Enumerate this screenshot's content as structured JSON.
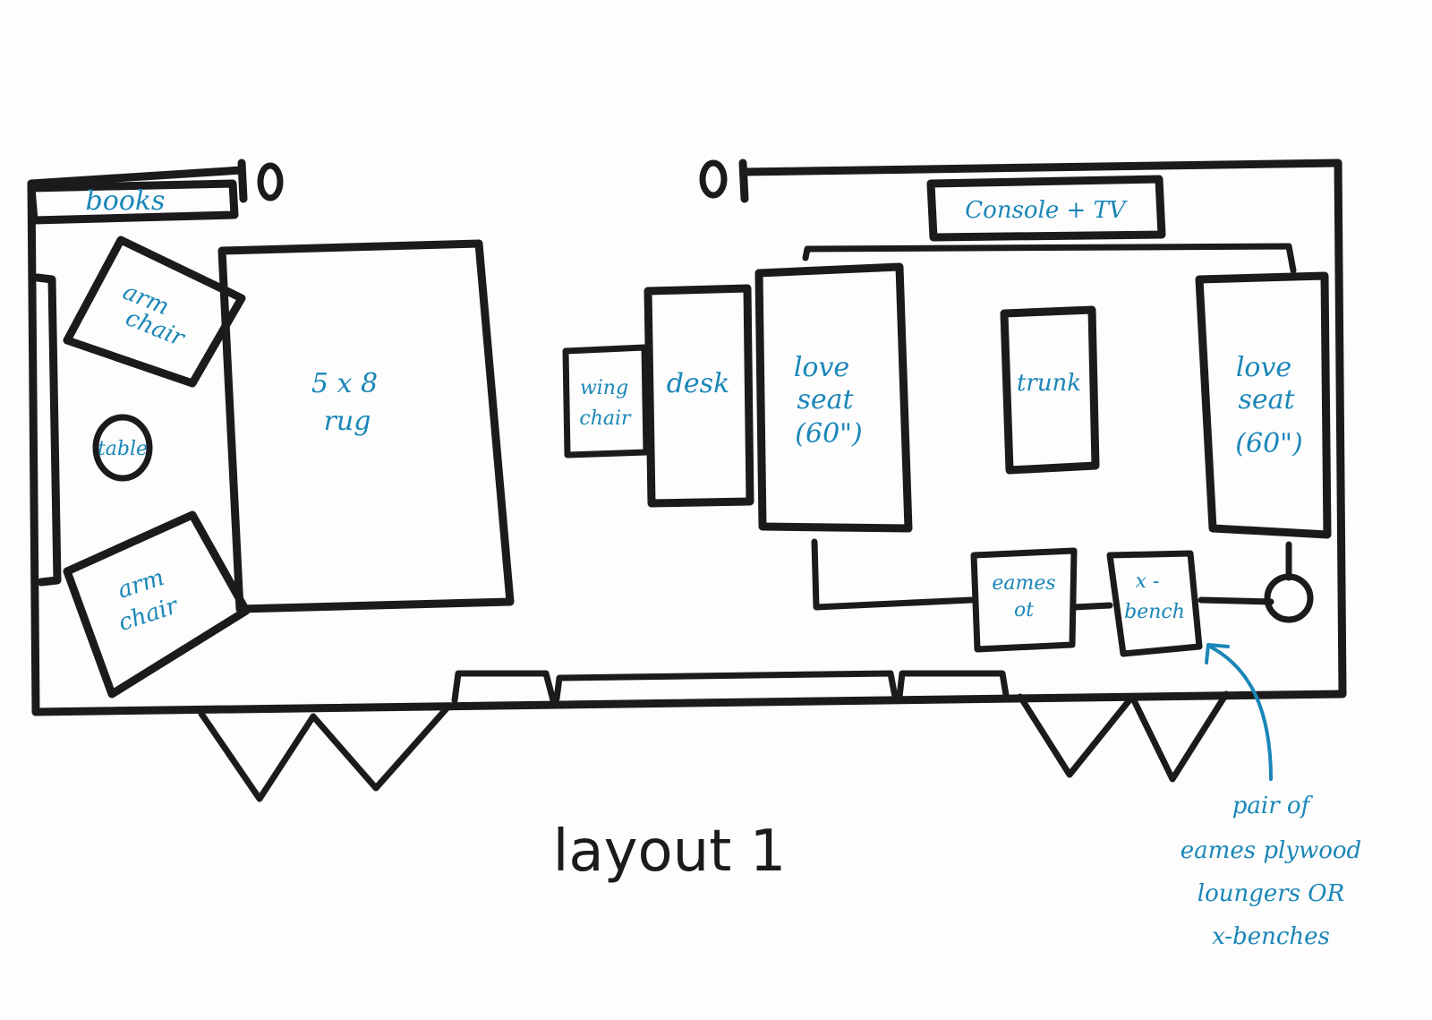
{
  "title": "layout 1",
  "labels": {
    "books": "books",
    "arm_chair_top": [
      "arm",
      "chair"
    ],
    "table": "table",
    "arm_chair_bottom": [
      "arm",
      "chair"
    ],
    "rug": [
      "5 x 8",
      "rug"
    ],
    "wing_chair": [
      "wing",
      "chair"
    ],
    "desk": "desk",
    "console_tv": "Console + TV",
    "love_seat_left": [
      "love",
      "seat",
      "(60\")"
    ],
    "trunk": "trunk",
    "love_seat_right": [
      "love",
      "seat",
      "(60\")"
    ],
    "eames_ottoman": [
      "eames",
      "ot"
    ],
    "x_bench": [
      "x -",
      "bench"
    ],
    "annotation": [
      "pair of",
      "eames plywood",
      "loungers OR",
      "x-benches"
    ]
  },
  "colors": {
    "ink": "#1c1a1d",
    "label_ink": "#1a86b8",
    "paper": "#fdfdfd"
  }
}
